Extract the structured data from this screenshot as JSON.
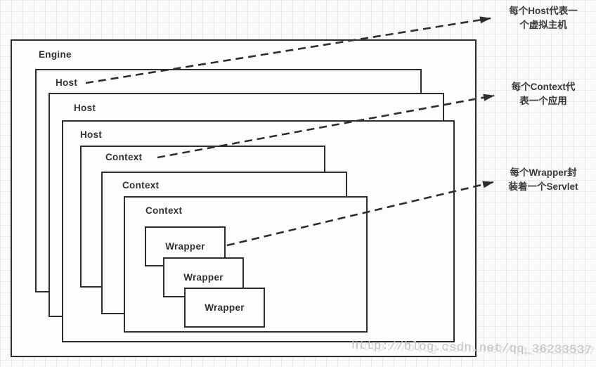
{
  "boxes": {
    "engine": {
      "label": "Engine"
    },
    "host1": {
      "label": "Host"
    },
    "host2": {
      "label": "Host"
    },
    "host3": {
      "label": "Host"
    },
    "context1": {
      "label": "Context"
    },
    "context2": {
      "label": "Context"
    },
    "context3": {
      "label": "Context"
    },
    "wrapper1": {
      "label": "Wrapper"
    },
    "wrapper2": {
      "label": "Wrapper"
    },
    "wrapper3": {
      "label": "Wrapper"
    }
  },
  "annotations": {
    "host": {
      "line1": "每个Host代表一",
      "line2": "个虚拟主机"
    },
    "context": {
      "line1": "每个Context代",
      "line2": "表一个应用"
    },
    "wrapper": {
      "line1": "每个Wrapper封",
      "line2": "装着一个Servlet"
    }
  },
  "watermark": {
    "text": "http://blog.csdn.net/qq_36233537"
  },
  "colors": {
    "line": "#2e2e2e",
    "label": "#333333",
    "fill": "#fdfdfd",
    "annotation": "#3a3a3a",
    "watermark": "#c5c1c1"
  }
}
